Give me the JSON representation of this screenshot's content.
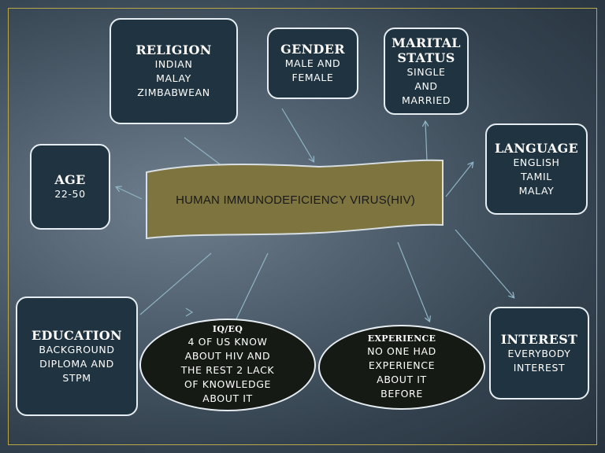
{
  "center": {
    "label": "HUMAN IMMUNODEFICIENCY VIRUS(HIV)"
  },
  "nodes": {
    "religion": {
      "title": "RELIGION",
      "body": "INDIAN\nMALAY\nZIMBABWEAN"
    },
    "gender": {
      "title": "GENDER",
      "body": "MALE AND\nFEMALE"
    },
    "marital": {
      "title": "MARITAL\nSTATUS",
      "body": "SINGLE\nAND\nMARRIED"
    },
    "language": {
      "title": "LANGUAGE",
      "body": "ENGLISH\nTAMIL\nMALAY"
    },
    "age": {
      "title": "AGE",
      "body": "22-50"
    },
    "education": {
      "title": "EDUCATION",
      "body": "BACKGROUND\nDIPLOMA AND\nSTPM"
    },
    "iq": {
      "title": "IQ/EQ",
      "body": "4 OF US KNOW\nABOUT HIV AND\nTHE REST 2 LACK\nOF KNOWLEDGE\nABOUT IT"
    },
    "experience": {
      "title": "EXPERIENCE",
      "body": "NO ONE HAD\nEXPERIENCE\nABOUT IT\nBEFORE"
    },
    "interest": {
      "title": "INTEREST",
      "body": "EVERYBODY\nINTEREST"
    }
  },
  "colors": {
    "box_fill": "#1f3340",
    "oval_fill": "#151a14",
    "banner_fill": "#7e7440",
    "border": "#e6edf2",
    "arrow": "#8fb4c4",
    "frame": "#b8a84a"
  }
}
